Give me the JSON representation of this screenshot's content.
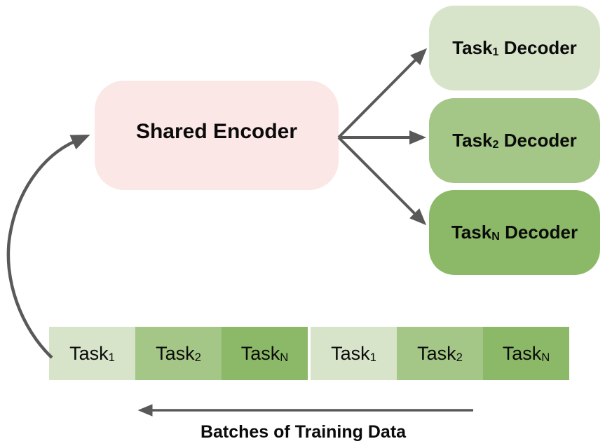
{
  "colors": {
    "bg": "#FFFFFF",
    "encoder-bg": "#FCE7E7",
    "green-light": "#D8E4CA",
    "green-mid": "#A4C686",
    "green-dark": "#8CB967",
    "arrow": "#595959",
    "text": "#0B0B0B"
  },
  "encoder": {
    "label": "Shared Encoder"
  },
  "decoders": [
    {
      "prefix": "Task",
      "sub": "1",
      "suffix": "Decoder",
      "tone": "light"
    },
    {
      "prefix": "Task",
      "sub": "2",
      "suffix": "Decoder",
      "tone": "mid"
    },
    {
      "prefix": "Task",
      "sub": "N",
      "suffix": "Decoder",
      "tone": "dark"
    }
  ],
  "batch_row": {
    "cells": [
      {
        "prefix": "Task",
        "sub": "1",
        "tone": "light"
      },
      {
        "prefix": "Task",
        "sub": "2",
        "tone": "mid"
      },
      {
        "prefix": "Task",
        "sub": "N",
        "tone": "dark"
      },
      {
        "prefix": "Task",
        "sub": "1",
        "tone": "light"
      },
      {
        "prefix": "Task",
        "sub": "2",
        "tone": "mid"
      },
      {
        "prefix": "Task",
        "sub": "N",
        "tone": "dark"
      }
    ]
  },
  "bottom_arrow": {
    "label": "Batches of Training Data"
  }
}
